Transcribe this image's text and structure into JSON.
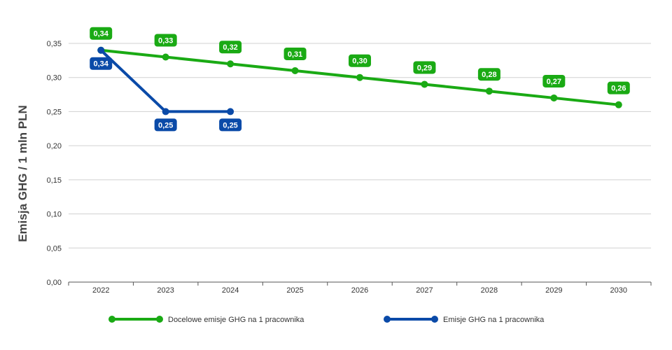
{
  "chart_data": {
    "type": "line",
    "x": [
      "2022",
      "2023",
      "2024",
      "2025",
      "2026",
      "2027",
      "2028",
      "2029",
      "2030"
    ],
    "ylabel": "Emisja GHG / 1 mln PLN",
    "ylim": [
      0,
      0.35
    ],
    "yticks": [
      "0,00",
      "0,05",
      "0,10",
      "0,15",
      "0,20",
      "0,25",
      "0,30",
      "0,35"
    ],
    "grid": true,
    "legend_position": "bottom",
    "series": [
      {
        "name": "Docelowe emisje GHG na 1 pracownika",
        "color": "#1aaa14",
        "values": [
          0.34,
          0.33,
          0.32,
          0.31,
          0.3,
          0.29,
          0.28,
          0.27,
          0.26
        ],
        "labels": [
          "0,34",
          "0,33",
          "0,32",
          "0,31",
          "0,30",
          "0,29",
          "0,28",
          "0,27",
          "0,26"
        ],
        "label_side": "above"
      },
      {
        "name": "Emisje GHG na 1 pracownika",
        "color": "#0a4aa8",
        "values": [
          0.34,
          0.25,
          0.25
        ],
        "labels": [
          "0,34",
          "0,25",
          "0,25"
        ],
        "label_side": "below"
      }
    ]
  }
}
